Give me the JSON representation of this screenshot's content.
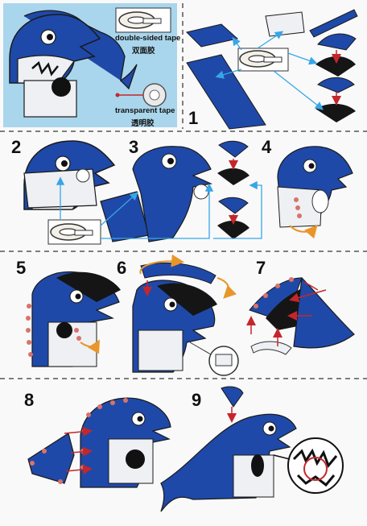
{
  "legend": {
    "double_sided_tape_en": "double-sided tape",
    "double_sided_tape_zh": "双面胶",
    "transparent_tape_en": "transparent tape",
    "transparent_tape_zh": "透明胶"
  },
  "steps": [
    "1",
    "2",
    "3",
    "4",
    "5",
    "6",
    "7",
    "8",
    "9"
  ],
  "colors": {
    "shark_blue": "#1f49a8",
    "belly_white": "#eef0f3",
    "outline": "#1a1a1a",
    "legend_bg": "#a9d6ec",
    "arrow_blue": "#37a6e8",
    "arrow_red": "#c5262b",
    "arrow_orange": "#e8962a",
    "dot_pink": "#d9736a",
    "mouth_black": "#151515",
    "tape_cream": "#f3f0e8"
  },
  "icons": [
    "double-sided-tape-icon",
    "transparent-tape-icon",
    "shark-head-icon",
    "arrow-icon",
    "rotate-arrow-icon",
    "magnifier-icon"
  ]
}
